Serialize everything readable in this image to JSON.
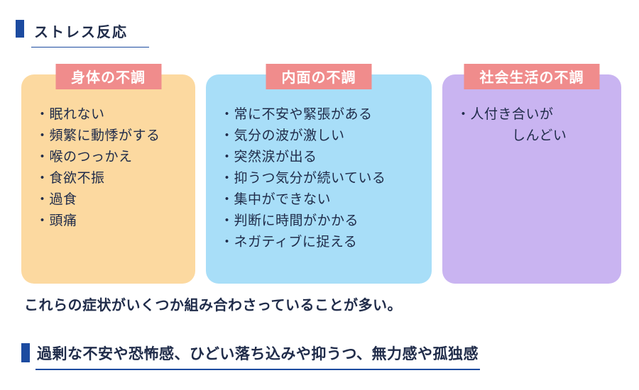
{
  "header": {
    "title": "ストレス反応"
  },
  "cards": [
    {
      "title": "身体の不調",
      "bg": "#fcd9a0",
      "items": [
        "・眠れない",
        "・頻繁に動悸がする",
        "・喉のつっかえ",
        "・食欲不振",
        "・過食",
        "・頭痛"
      ]
    },
    {
      "title": "内面の不調",
      "bg": "#a8def8",
      "items": [
        "・常に不安や緊張がある",
        "・気分の波が激しい",
        "・突然涙が出る",
        "・抑うつ気分が続いている",
        "・集中ができない",
        "・判断に時間がかかる",
        "・ネガティブに捉える"
      ]
    },
    {
      "title": "社会生活の不調",
      "bg": "#c9b4f1",
      "items": [
        "・人付き合いが",
        "　　　　しんどい"
      ]
    }
  ],
  "note": "これらの症状がいくつか組み合わさっていることが多い。",
  "footer": {
    "text": "過剰な不安や恐怖感、ひどい落ち込みや抑うつ、無力感や孤独感"
  },
  "colors": {
    "accent": "#1c4ba0",
    "card_header_bg": "#f08c8c",
    "text": "#202c4a"
  }
}
